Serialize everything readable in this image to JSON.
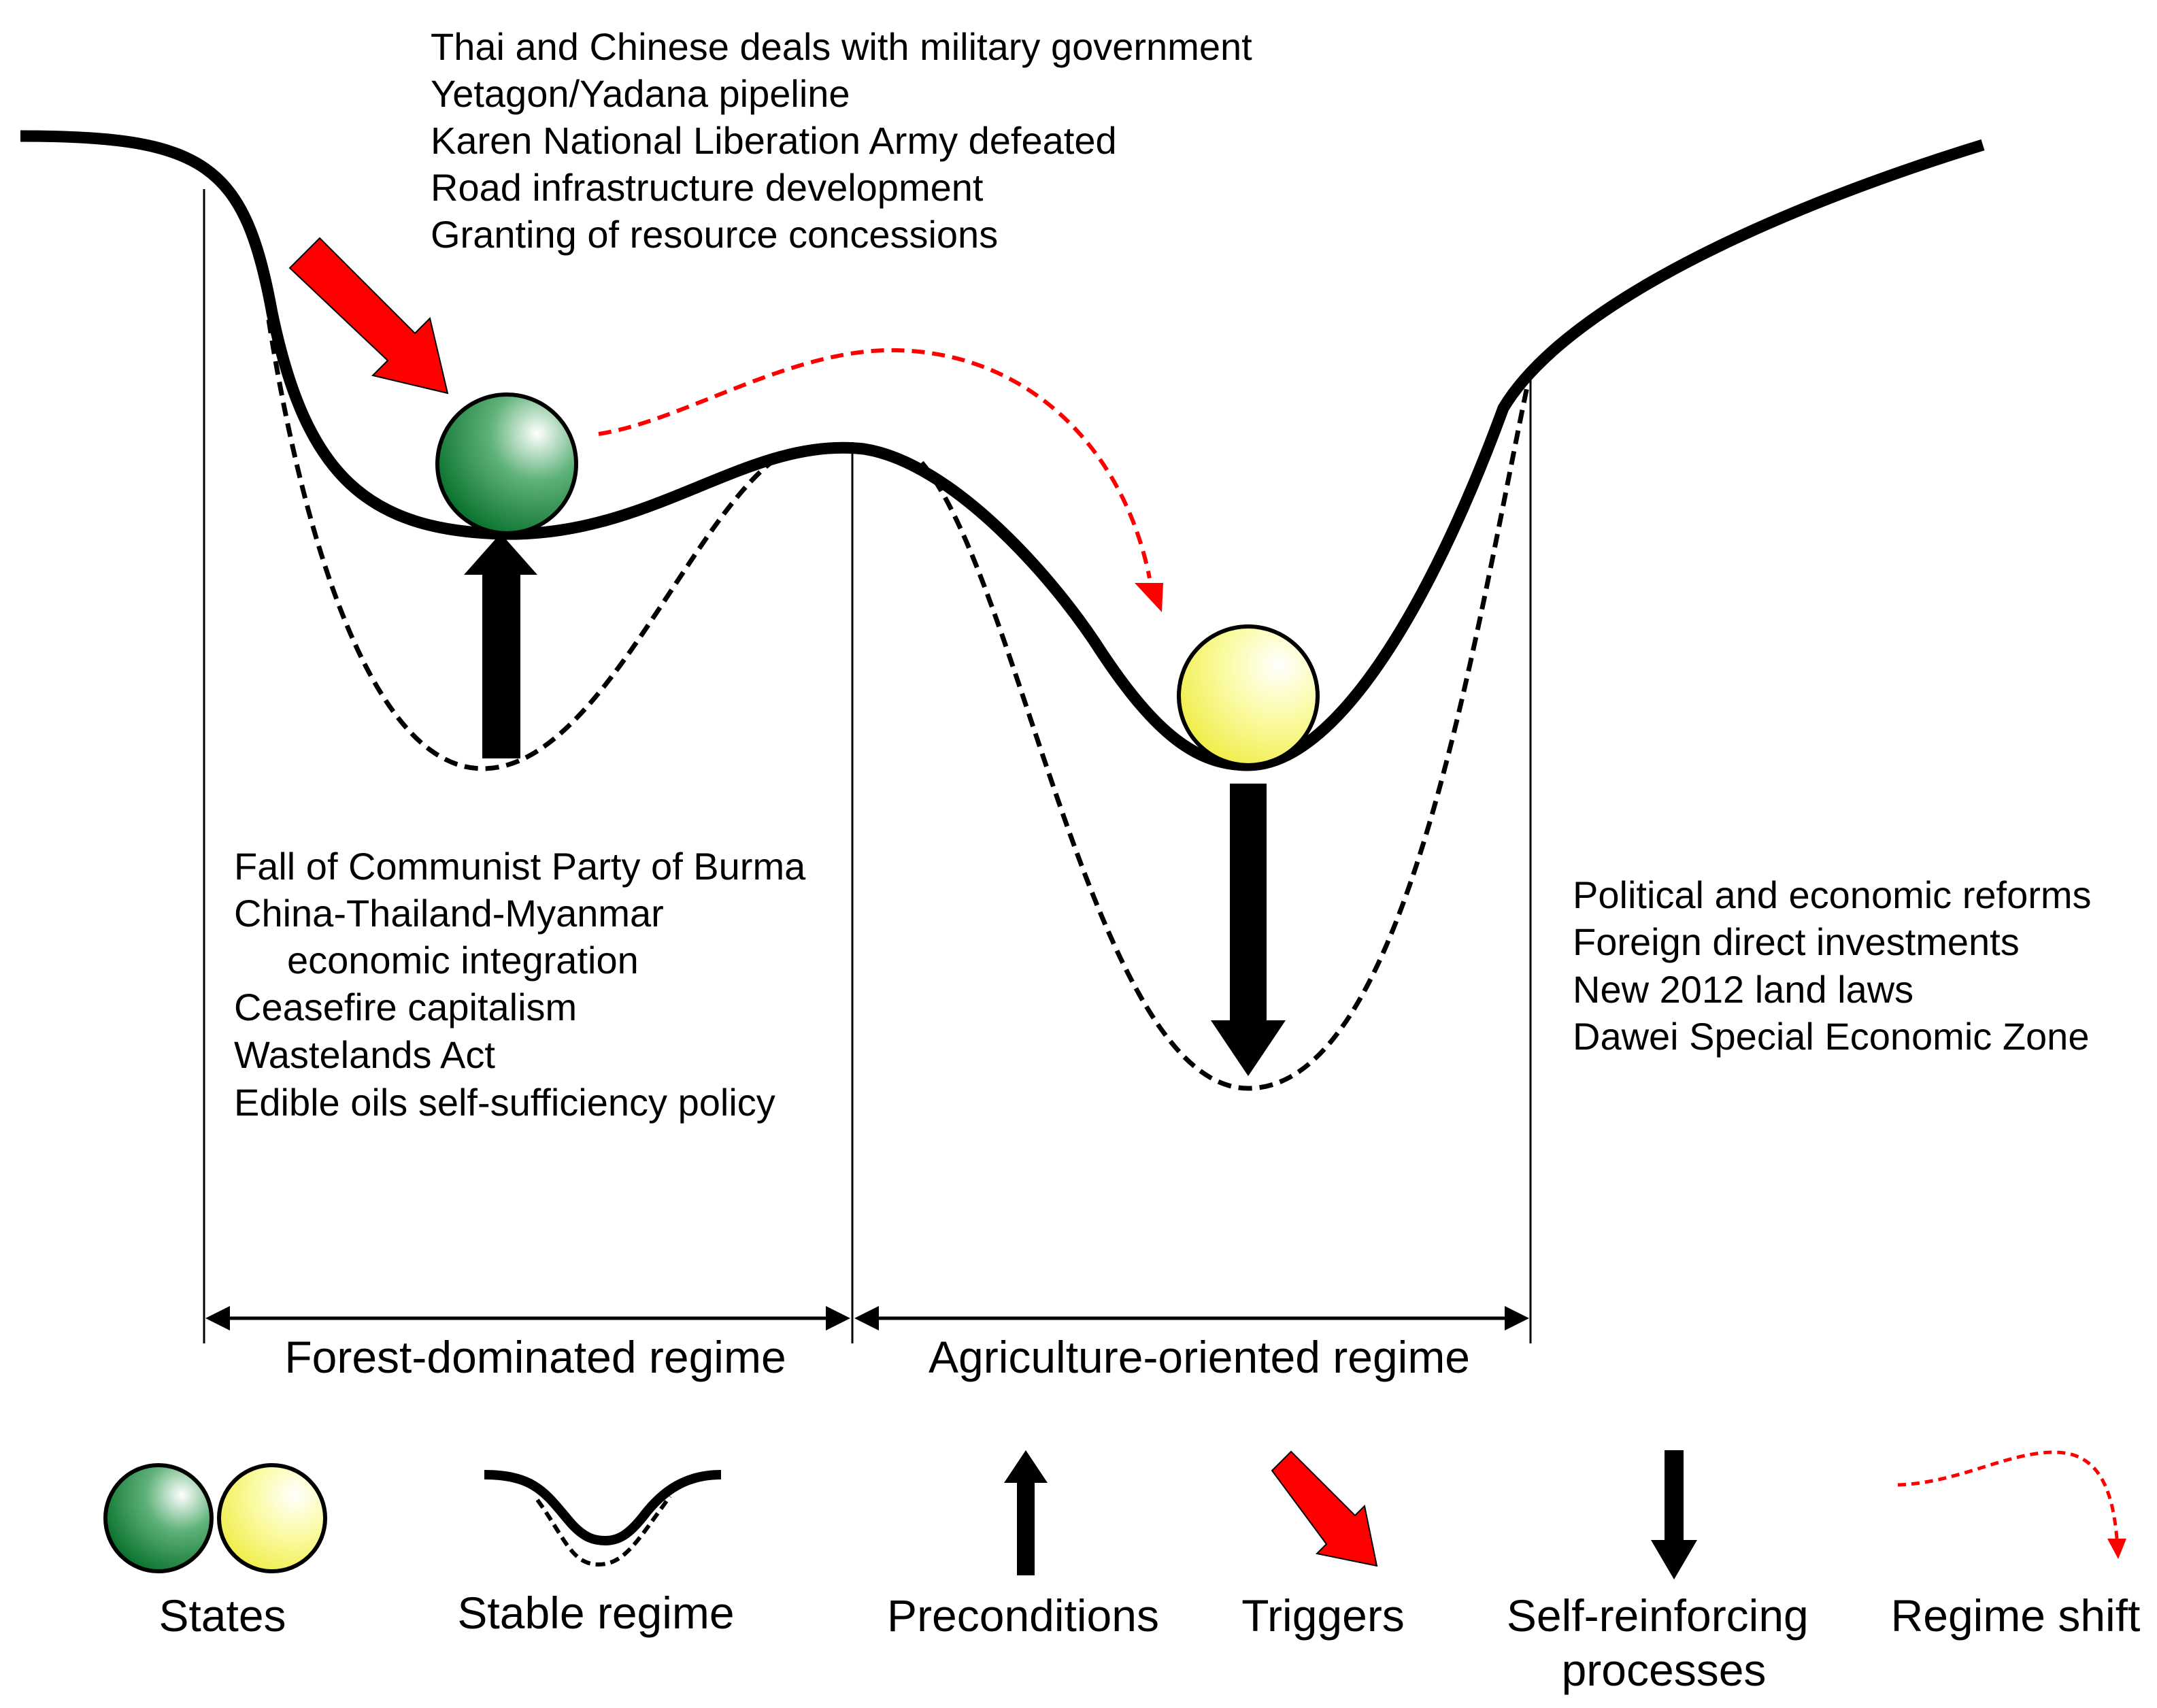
{
  "colors": {
    "curve": "#000000",
    "trigger_arrow": "#ff0000",
    "regime_shift": "#ff0000",
    "state_forest": "#0a7a2c",
    "state_agri": "#f2f060"
  },
  "triggers": [
    "Thai and Chinese deals with military government",
    "Yetagon/Yadana pipeline",
    "Karen National Liberation Army defeated",
    "Road infrastructure development",
    "Granting of resource concessions"
  ],
  "preconditions": [
    "Fall of Communist Party of Burma",
    "China-Thailand-Myanmar",
    "economic integration",
    "Ceasefire capitalism",
    "Wastelands Act",
    "Edible oils self-sufficiency policy"
  ],
  "self_reinforcing": [
    "Political and economic reforms",
    "Foreign direct investments",
    "New 2012 land laws",
    "Dawei Special Economic Zone"
  ],
  "regimes": {
    "forest": "Forest-dominated regime",
    "agriculture": "Agriculture-oriented regime"
  },
  "legend": {
    "states": "States",
    "stable_regime": "Stable regime",
    "preconditions": "Preconditions",
    "triggers": "Triggers",
    "self_reinforcing_1": "Self-reinforcing",
    "self_reinforcing_2": "processes",
    "regime_shift": "Regime shift"
  }
}
